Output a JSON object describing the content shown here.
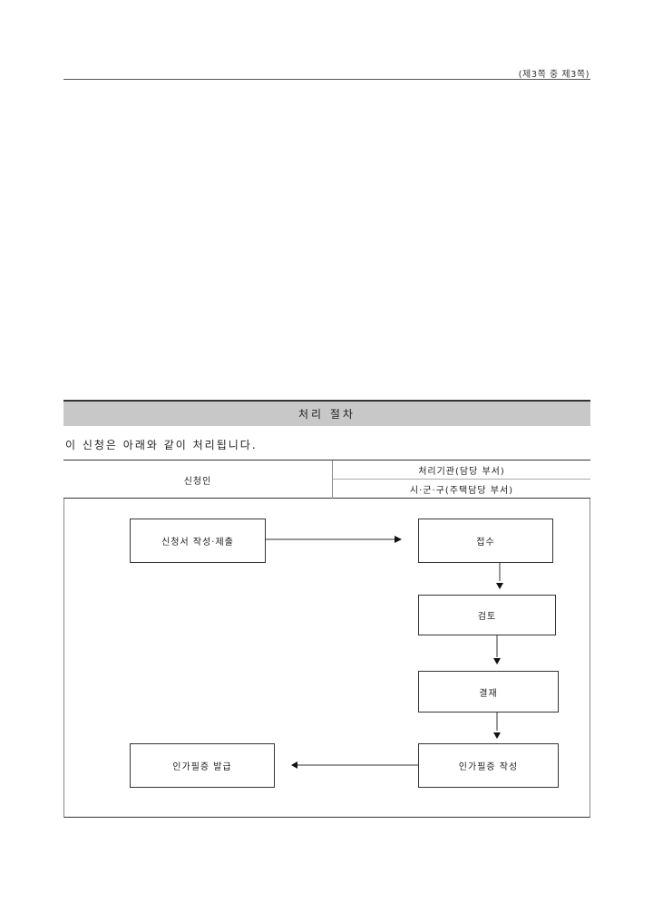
{
  "page": {
    "page_number": "(제3쪽 중 제3쪽)"
  },
  "procedure": {
    "title": "처리 절차",
    "intro": "이 신청은 아래와 같이 처리됩니다.",
    "roles": {
      "applicant": "신청인",
      "agency": "처리기관(담당 부서)",
      "office": "시·군·구(주택담당 부서)"
    },
    "steps": [
      {
        "id": "submit",
        "label": "신청서 작성·제출",
        "actor": "applicant"
      },
      {
        "id": "receive",
        "label": "접수",
        "actor": "agency"
      },
      {
        "id": "review",
        "label": "검토",
        "actor": "agency"
      },
      {
        "id": "approve",
        "label": "결재",
        "actor": "agency"
      },
      {
        "id": "draft",
        "label": "인가필증 작성",
        "actor": "agency"
      },
      {
        "id": "issue",
        "label": "인가필증 발급",
        "actor": "applicant"
      }
    ]
  }
}
